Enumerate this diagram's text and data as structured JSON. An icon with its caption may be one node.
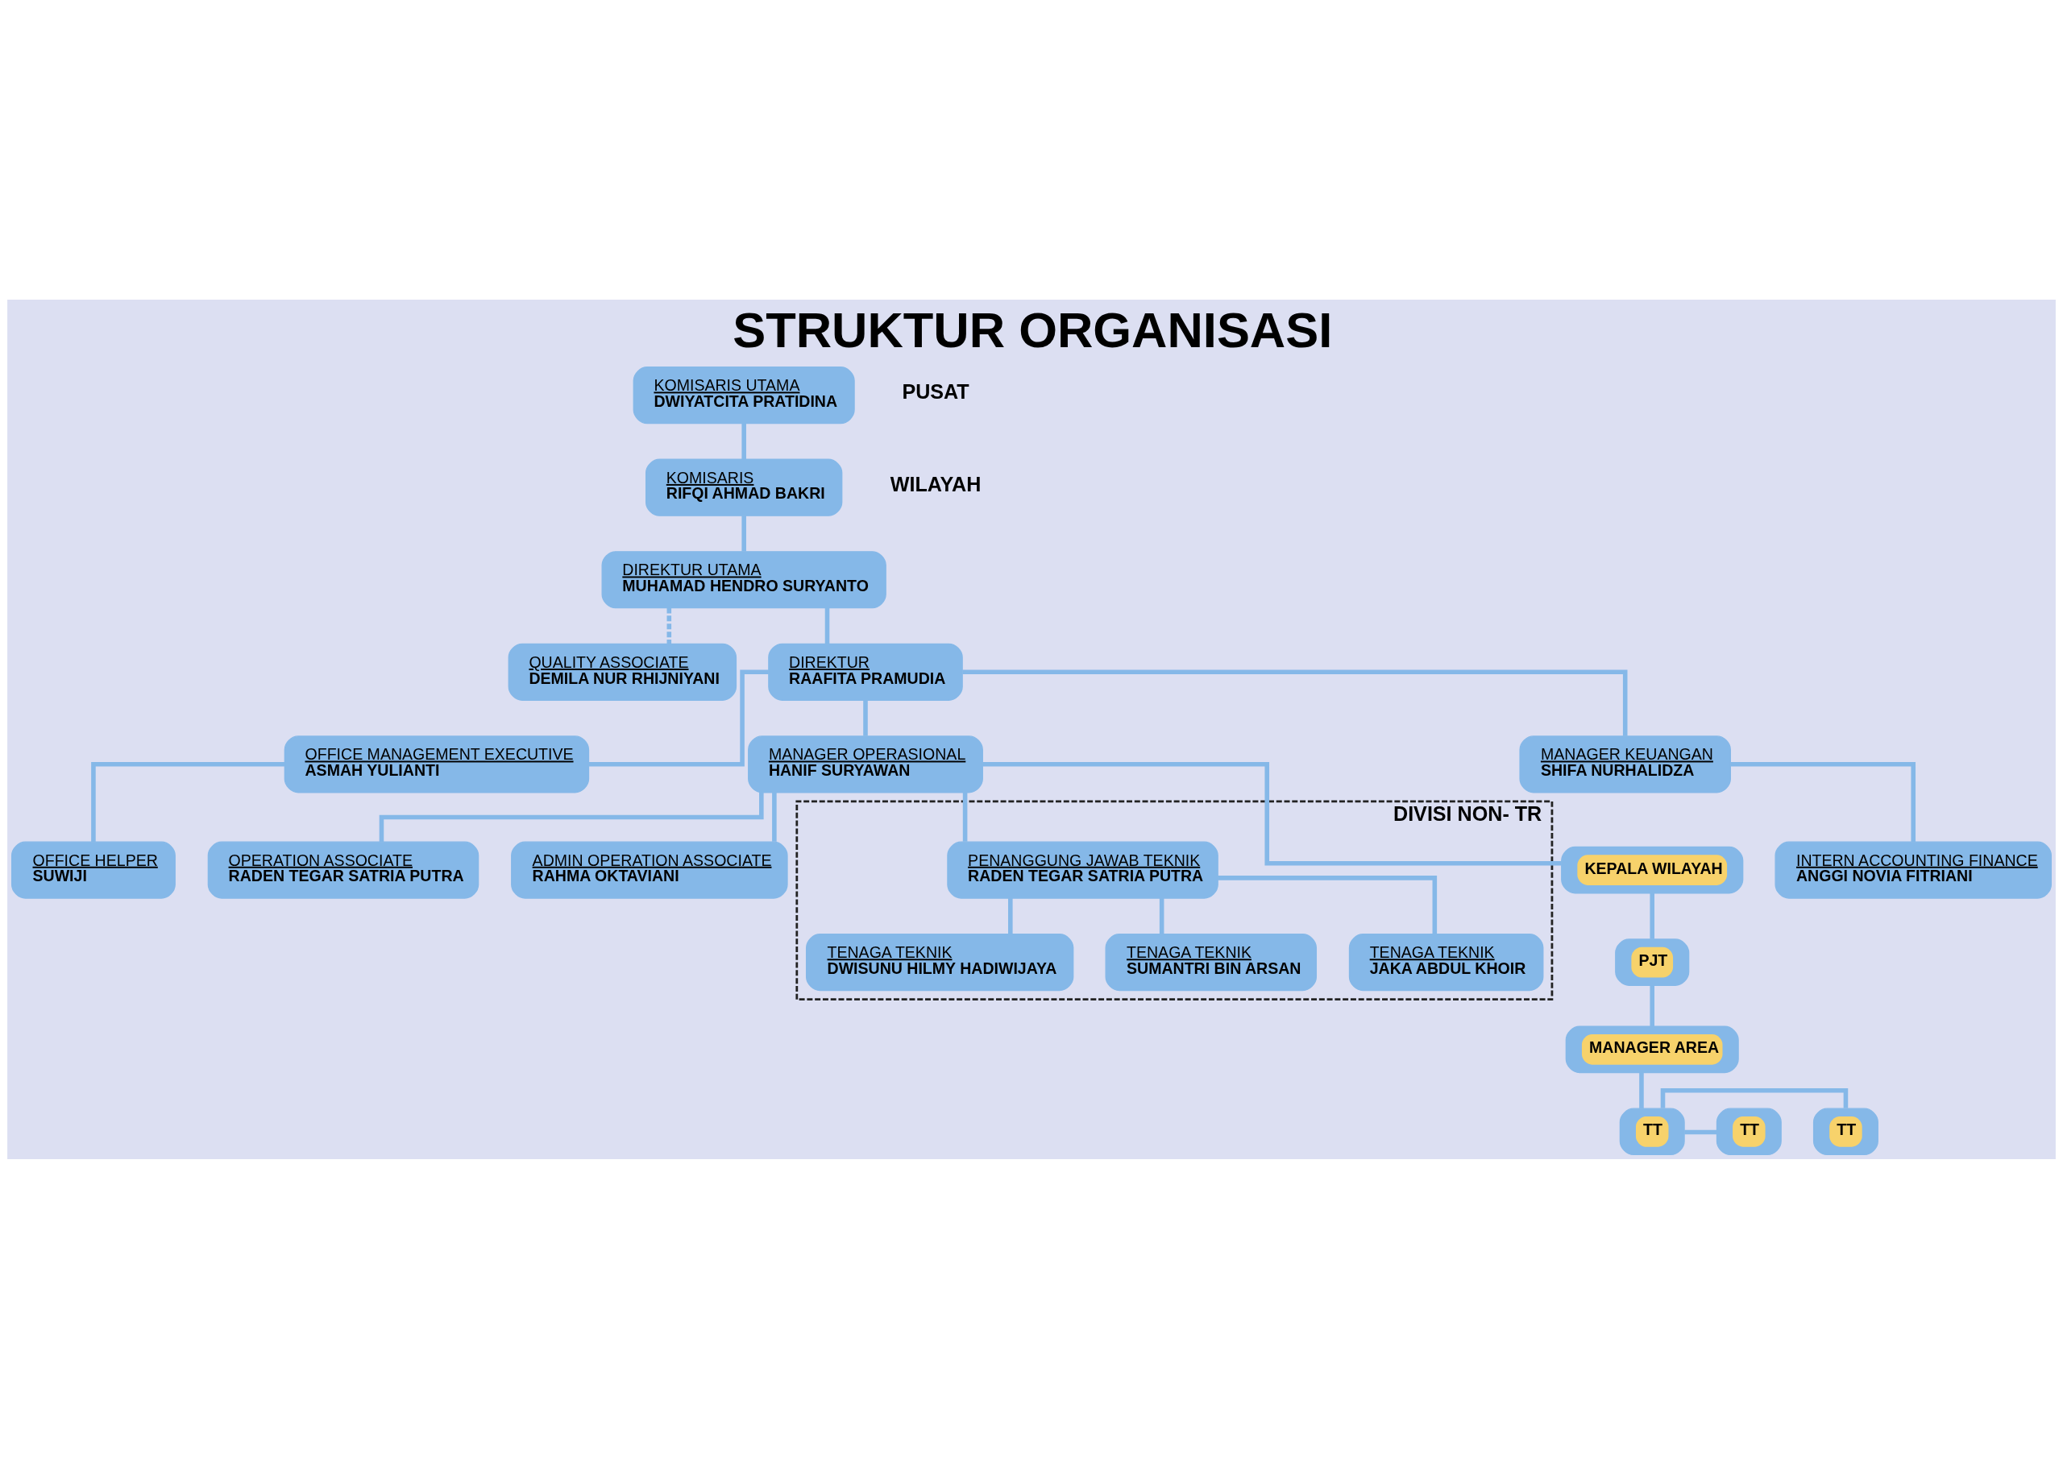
{
  "diagram": {
    "title": "STRUKTUR ORGANISASI",
    "nodes": [
      {
        "text": [
          "KOMISARIS UTAMA",
          "DWIYATCITA PRATIDINA"
        ]
      },
      {
        "text": [
          "KOMISARIS",
          "RIFQI AHMAD BAKRI"
        ]
      },
      {
        "text": [
          "DIREKTUR UTAMA",
          "MUHAMAD HENDRO SURYANTO"
        ]
      },
      {
        "text": [
          "QUALITY ASSOCIATE",
          "DEMILA NUR RHIJNIYANI"
        ]
      },
      {
        "text": [
          "DIREKTUR",
          "RAAFITA PRAMUDIA"
        ]
      },
      {
        "text": [
          "OFFICE MANAGEMENT EXECUTIVE",
          "ASMAH YULIANTI"
        ]
      },
      {
        "text": [
          "MANAGER OPERASIONAL",
          "HANIF SURYAWAN"
        ]
      },
      {
        "text": [
          "MANAGER KEUANGAN",
          "SHIFA NURHALIDZA"
        ]
      },
      {
        "text": [
          "OFFICE HELPER",
          "SUWIJI"
        ]
      },
      {
        "text": [
          "OPERATION ASSOCIATE",
          "RADEN TEGAR SATRIA PUTRA"
        ]
      },
      {
        "text": [
          "ADMIN OPERATION ASSOCIATE",
          "RAHMA OKTAVIANI"
        ]
      },
      {
        "text": [
          "INTERN ACCOUNTING FINANCE",
          "ANGGI NOVIA FITRIANI"
        ]
      },
      {
        "text": [
          "DIVISI NON- TR"
        ]
      },
      {
        "text": [
          "PENANGGUNG JAWAB TEKNIK",
          "RADEN TEGAR SATRIA PUTRA"
        ],
        "in": 12
      },
      {
        "text": [
          "TENAGA TEKNIK",
          "DWISUNU HILMY HADIWIJAYA"
        ],
        "in": 12
      },
      {
        "text": [
          "TENAGA TEKNIK",
          "SUMANTRI BIN ARSAN"
        ],
        "in": 12
      },
      {
        "text": [
          "TENAGA TEKNIK",
          "JAKA ABDUL KHOIR"
        ],
        "in": 12
      },
      {
        "text": [
          "KEPALA WILAYAH"
        ]
      },
      {
        "text": [
          "PJT"
        ]
      },
      {
        "text": [
          "MANAGER AREA"
        ]
      },
      {
        "text": [
          "TT"
        ]
      },
      {
        "text": [
          "TT"
        ]
      },
      {
        "text": [
          "TT"
        ]
      }
    ],
    "edges": [
      {
        "from": 0,
        "to": 1,
        "arrow": "none"
      },
      {
        "from": 1,
        "to": 2,
        "arrow": "none"
      },
      {
        "from": 2,
        "to": 4,
        "arrow": "none"
      },
      {
        "from": 2,
        "to": 3,
        "arrow": "none",
        "style": "dashed"
      },
      {
        "from": 4,
        "to": 5,
        "arrow": "none"
      },
      {
        "from": 4,
        "to": 6,
        "arrow": "none"
      },
      {
        "from": 4,
        "to": 7,
        "arrow": "none"
      },
      {
        "from": 5,
        "to": 8,
        "arrow": "none"
      },
      {
        "from": 6,
        "to": 9,
        "arrow": "none"
      },
      {
        "from": 6,
        "to": 10,
        "arrow": "none"
      },
      {
        "from": 7,
        "to": 11,
        "arrow": "none"
      },
      {
        "from": 6,
        "to": 17,
        "arrow": "none"
      },
      {
        "from": 6,
        "to": 13,
        "arrow": "none"
      },
      {
        "from": 13,
        "to": 14,
        "arrow": "none"
      },
      {
        "from": 13,
        "to": 15,
        "arrow": "none"
      },
      {
        "from": 13,
        "to": 16,
        "arrow": "none"
      },
      {
        "from": 17,
        "to": 18,
        "arrow": "none"
      },
      {
        "from": 18,
        "to": 19,
        "arrow": "none"
      },
      {
        "from": 19,
        "to": 21,
        "arrow": "none"
      },
      {
        "from": 21,
        "to": 20,
        "arrow": "none"
      },
      {
        "from": 21,
        "to": 22,
        "arrow": "none"
      }
    ],
    "labels": [
      "PUSAT",
      "WILAYAH"
    ]
  }
}
